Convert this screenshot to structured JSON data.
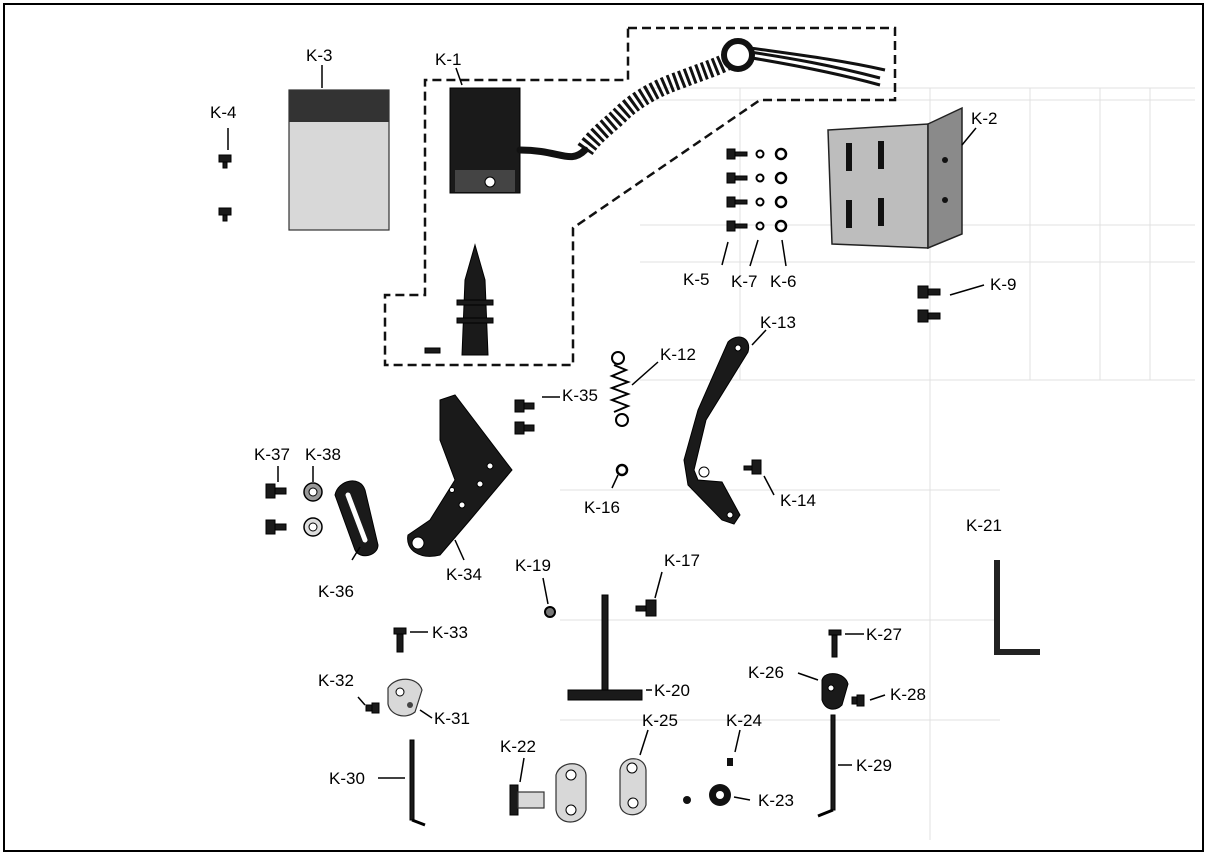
{
  "parts": [
    {
      "id": "k1",
      "label": "K-1"
    },
    {
      "id": "k2",
      "label": "K-2"
    },
    {
      "id": "k3",
      "label": "K-3"
    },
    {
      "id": "k4",
      "label": "K-4"
    },
    {
      "id": "k5",
      "label": "K-5"
    },
    {
      "id": "k6",
      "label": "K-6"
    },
    {
      "id": "k7",
      "label": "K-7"
    },
    {
      "id": "k9",
      "label": "K-9"
    },
    {
      "id": "k12",
      "label": "K-12"
    },
    {
      "id": "k13",
      "label": "K-13"
    },
    {
      "id": "k14",
      "label": "K-14"
    },
    {
      "id": "k16",
      "label": "K-16"
    },
    {
      "id": "k17",
      "label": "K-17"
    },
    {
      "id": "k19",
      "label": "K-19"
    },
    {
      "id": "k20",
      "label": "K-20"
    },
    {
      "id": "k21",
      "label": "K-21"
    },
    {
      "id": "k22",
      "label": "K-22"
    },
    {
      "id": "k23",
      "label": "K-23"
    },
    {
      "id": "k24",
      "label": "K-24"
    },
    {
      "id": "k25",
      "label": "K-25"
    },
    {
      "id": "k26",
      "label": "K-26"
    },
    {
      "id": "k27",
      "label": "K-27"
    },
    {
      "id": "k28",
      "label": "K-28"
    },
    {
      "id": "k29",
      "label": "K-29"
    },
    {
      "id": "k30",
      "label": "K-30"
    },
    {
      "id": "k31",
      "label": "K-31"
    },
    {
      "id": "k32",
      "label": "K-32"
    },
    {
      "id": "k33",
      "label": "K-33"
    },
    {
      "id": "k34",
      "label": "K-34"
    },
    {
      "id": "k35",
      "label": "K-35"
    },
    {
      "id": "k36",
      "label": "K-36"
    },
    {
      "id": "k37",
      "label": "K-37"
    },
    {
      "id": "k38",
      "label": "K-38"
    }
  ]
}
